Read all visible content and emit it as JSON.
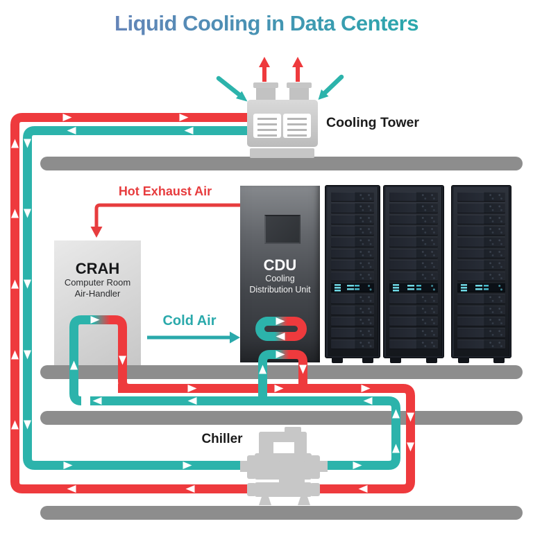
{
  "title": "Liquid Cooling in Data Centers",
  "labels": {
    "cooling_tower": "Cooling Tower",
    "hot_exhaust_air": "Hot Exhaust Air",
    "cold_air": "Cold Air",
    "chiller": "Chiller"
  },
  "crah": {
    "title": "CRAH",
    "subtitle_line1": "Computer Room",
    "subtitle_line2": "Air-Handler"
  },
  "cdu": {
    "title": "CDU",
    "subtitle_line1": "Cooling",
    "subtitle_line2": "Distribution Unit"
  },
  "racks": {
    "count": 3,
    "slots_per_rack": 14,
    "led_row_index": 8
  },
  "colors": {
    "hot_pipe_red": "#ee3a3d",
    "cold_pipe_teal": "#2cb3ab",
    "floor_bar_gray": "#8d8d8d",
    "title_gradient_start": "#7b79bb",
    "title_gradient_end": "#28a9ac",
    "rack_led_cyan": "#6fd8e4"
  }
}
